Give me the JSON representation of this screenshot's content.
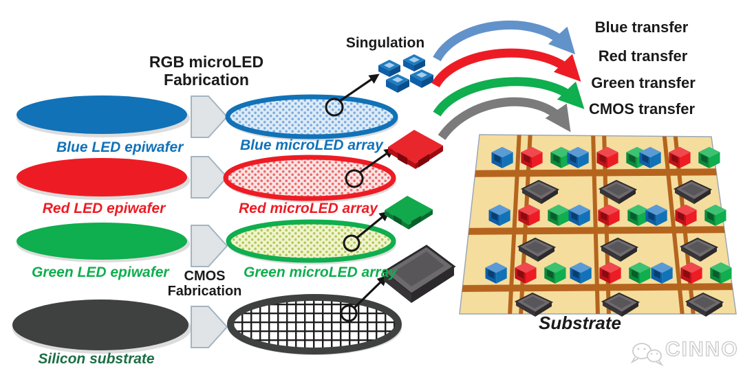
{
  "colors": {
    "blue": "#1172b8",
    "red": "#ed1c24",
    "green": "#0fae4e",
    "dark": "#3f4040",
    "sil_label": "#1c6e44",
    "arc_blue": "#6292ca",
    "arc_gray": "#7b7b7b",
    "tan": "#f5dd9e",
    "brown": "#b5641e",
    "black": "#1a1a1a",
    "wm": "#c9c9c9"
  },
  "process_labels": {
    "rgb_fabrication_line1": "RGB microLED",
    "rgb_fabrication_line2": "Fabrication",
    "cmos_fabrication_line1": "CMOS",
    "cmos_fabrication_line2": "Fabrication",
    "singulation": "Singulation"
  },
  "epiwafers": [
    {
      "label": "Blue LED epiwafer"
    },
    {
      "label": "Red LED epiwafer"
    },
    {
      "label": "Green LED epiwafer"
    },
    {
      "label": "Silicon substrate"
    }
  ],
  "arrays": [
    {
      "label": "Blue microLED array"
    },
    {
      "label": "Red microLED array"
    },
    {
      "label": "Green microLED array"
    }
  ],
  "transfers": [
    {
      "label": "Blue transfer"
    },
    {
      "label": "Red transfer"
    },
    {
      "label": "Green transfer"
    },
    {
      "label": "CMOS transfer"
    }
  ],
  "substrate": {
    "label": "Substrate"
  },
  "watermark": {
    "text": "CINNO",
    "icon": "wechat-icon"
  }
}
